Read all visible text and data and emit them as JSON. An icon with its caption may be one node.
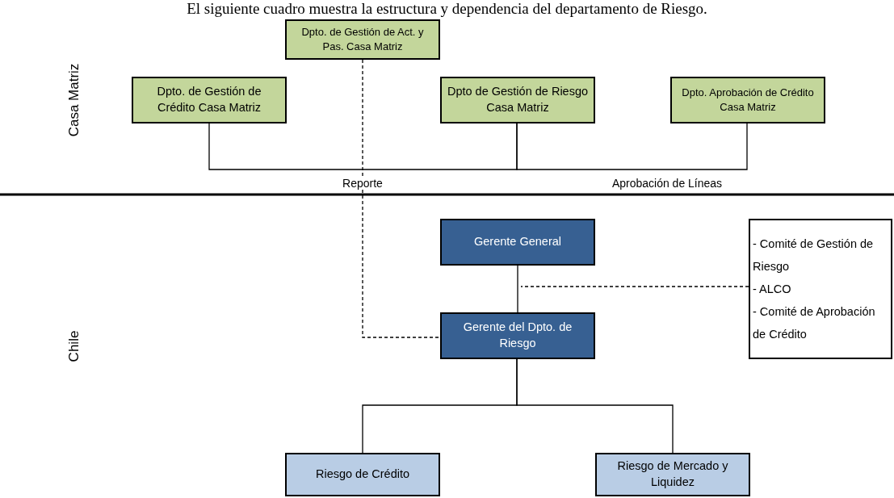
{
  "diagram": {
    "title": "El siguiente cuadro muestra la estructura y dependencia del departamento de Riesgo.",
    "nodes": [
      {
        "text": [
          "Dpto. de Gestión de Act. y Pas. Casa Matriz"
        ]
      },
      {
        "text": [
          "Dpto. de Gestión de Crédito Casa Matriz"
        ]
      },
      {
        "text": [
          "Dpto de Gestión de Riesgo Casa Matriz"
        ]
      },
      {
        "text": [
          "Dpto.  Aprobación de Crédito Casa Matriz"
        ]
      },
      {
        "text": [
          "Gerente General"
        ]
      },
      {
        "text": [
          "- Comité de Gestión de Riesgo",
          "- ALCO",
          "- Comité de Aprobación de Crédito"
        ]
      },
      {
        "text": [
          "Gerente del Dpto. de Riesgo"
        ]
      },
      {
        "text": [
          "Riesgo de Crédito"
        ]
      },
      {
        "text": [
          "Riesgo de Mercado y Liquidez"
        ]
      }
    ],
    "edges": [
      {
        "from": 0,
        "to": 6,
        "arrow": "none",
        "style": "dashed"
      },
      {
        "from": 1,
        "to": 2,
        "arrow": "none",
        "label": "Reporte"
      },
      {
        "from": 2,
        "to": 3,
        "arrow": "none",
        "label": "Aprobación de Líneas"
      },
      {
        "from": 4,
        "to": 6,
        "arrow": "none"
      },
      {
        "from": 5,
        "to": null,
        "arrow": "none",
        "style": "dashed"
      },
      {
        "from": 6,
        "to": 7,
        "arrow": "none"
      },
      {
        "from": 6,
        "to": 8,
        "arrow": "none"
      }
    ],
    "labels": [
      "Casa Matriz",
      "Chile"
    ]
  }
}
